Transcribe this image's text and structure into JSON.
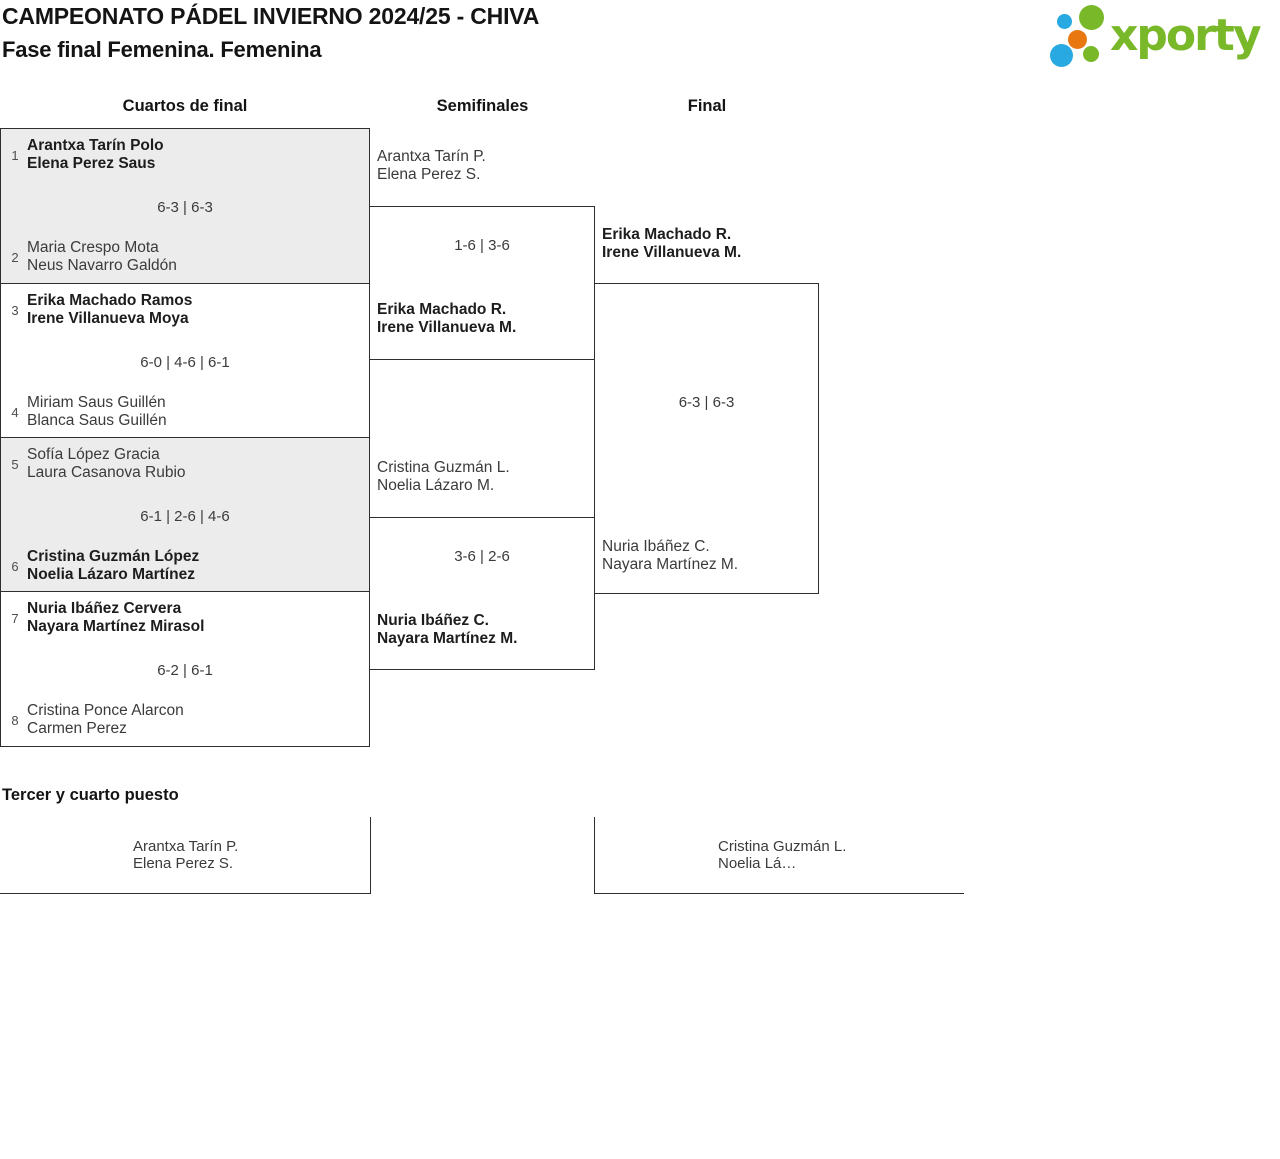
{
  "header": {
    "title": "CAMPEONATO PÁDEL INVIERNO 2024/25 - CHIVA",
    "subtitle": "Fase final Femenina. Femenina"
  },
  "logo": {
    "text": "xporty",
    "colors": {
      "green": "#79b829",
      "blue": "#29a9e1",
      "orange": "#e87711"
    }
  },
  "rounds": {
    "quarterfinals": "Cuartos de final",
    "semifinals": "Semifinales",
    "final": "Final"
  },
  "bracket": {
    "quarterfinals": [
      {
        "seed_top": "1",
        "team_top": [
          "Arantxa Tarín Polo",
          "Elena Perez Saus"
        ],
        "team_top_winner": true,
        "score": "6-3 | 6-3",
        "seed_bottom": "2",
        "team_bottom": [
          "Maria Crespo Mota",
          "Neus Navarro Galdón"
        ],
        "team_bottom_winner": false
      },
      {
        "seed_top": "3",
        "team_top": [
          "Erika Machado Ramos",
          "Irene Villanueva Moya"
        ],
        "team_top_winner": true,
        "score": "6-0 | 4-6 | 6-1",
        "seed_bottom": "4",
        "team_bottom": [
          "Miriam Saus Guillén",
          "Blanca Saus Guillén"
        ],
        "team_bottom_winner": false
      },
      {
        "seed_top": "5",
        "team_top": [
          "Sofía López Gracia",
          "Laura Casanova Rubio"
        ],
        "team_top_winner": false,
        "score": "6-1 | 2-6 | 4-6",
        "seed_bottom": "6",
        "team_bottom": [
          "Cristina Guzmán López",
          "Noelia Lázaro Martínez"
        ],
        "team_bottom_winner": true
      },
      {
        "seed_top": "7",
        "team_top": [
          "Nuria Ibáñez Cervera",
          "Nayara Martínez Mirasol"
        ],
        "team_top_winner": true,
        "score": "6-2 | 6-1",
        "seed_bottom": "8",
        "team_bottom": [
          "Cristina Ponce Alarcon",
          "Carmen Perez"
        ],
        "team_bottom_winner": false
      }
    ],
    "semifinals": [
      {
        "team_top": [
          "Arantxa Tarín P.",
          "Elena Perez S."
        ],
        "team_top_winner": false,
        "score": "1-6 | 3-6",
        "team_bottom": [
          "Erika Machado R.",
          "Irene Villanueva M."
        ],
        "team_bottom_winner": true
      },
      {
        "team_top": [
          "Cristina Guzmán L.",
          "Noelia Lázaro M."
        ],
        "team_top_winner": false,
        "score": "3-6 | 2-6",
        "team_bottom": [
          "Nuria Ibáñez C.",
          "Nayara Martínez M."
        ],
        "team_bottom_winner": true
      }
    ],
    "final": {
      "team_top": [
        "Erika Machado R.",
        "Irene Villanueva M."
      ],
      "team_top_winner": true,
      "score": "6-3 | 6-3",
      "team_bottom": [
        "Nuria Ibáñez C.",
        "Nayara Martínez M."
      ],
      "team_bottom_winner": false
    }
  },
  "third_place": {
    "heading": "Tercer y cuarto puesto",
    "team_left": [
      "Arantxa Tarín P.",
      "Elena Perez S."
    ],
    "team_right": [
      "Cristina Guzmán L.",
      "Noelia Lá…"
    ]
  },
  "colors": {
    "box_gray": "#ececec",
    "border": "#2e2e2e"
  }
}
